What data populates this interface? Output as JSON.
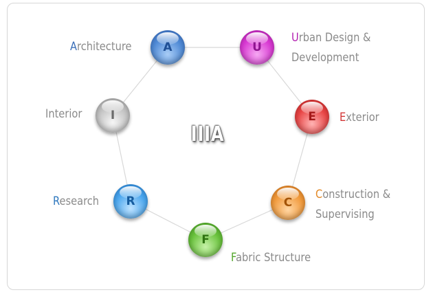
{
  "center_title": "IIIA",
  "nodes": [
    {
      "letter": "A",
      "initial": "A",
      "rest": "rchitecture",
      "icon": "blue-sphere-icon",
      "color": "#3b6fb8"
    },
    {
      "letter": "U",
      "initial": "U",
      "rest": "rban Design &",
      "rest2": "Development",
      "icon": "magenta-sphere-icon",
      "color": "#b21fb0"
    },
    {
      "letter": "E",
      "initial": "E",
      "rest": "xterior",
      "icon": "red-sphere-icon",
      "color": "#d33535"
    },
    {
      "letter": "C",
      "initial": "C",
      "rest": "onstruction &",
      "rest2": "Supervising",
      "icon": "orange-sphere-icon",
      "color": "#e38a28"
    },
    {
      "letter": "F",
      "initial": "F",
      "rest": "abric Structure",
      "icon": "green-sphere-icon",
      "color": "#52a52a"
    },
    {
      "letter": "R",
      "initial": "R",
      "rest": "esearch",
      "icon": "light-blue-sphere-icon",
      "color": "#2f78be"
    },
    {
      "letter": "I",
      "initial": "I",
      "rest": "nterior",
      "icon": "gray-sphere-icon",
      "color": "#8a8a8a"
    }
  ]
}
